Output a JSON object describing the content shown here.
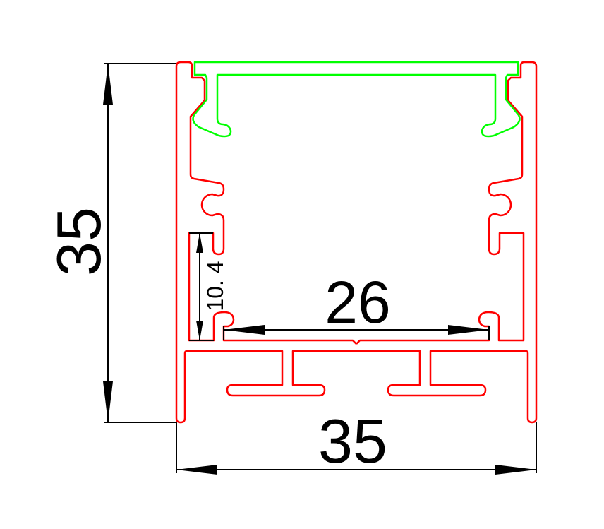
{
  "drawing": {
    "dimensions": {
      "height": "35",
      "width": "35",
      "inner_width": "26",
      "slot_height": "10. 4"
    },
    "colors": {
      "profile": "#ff0000",
      "diffuser": "#00ff00",
      "dimension": "#000000"
    }
  }
}
